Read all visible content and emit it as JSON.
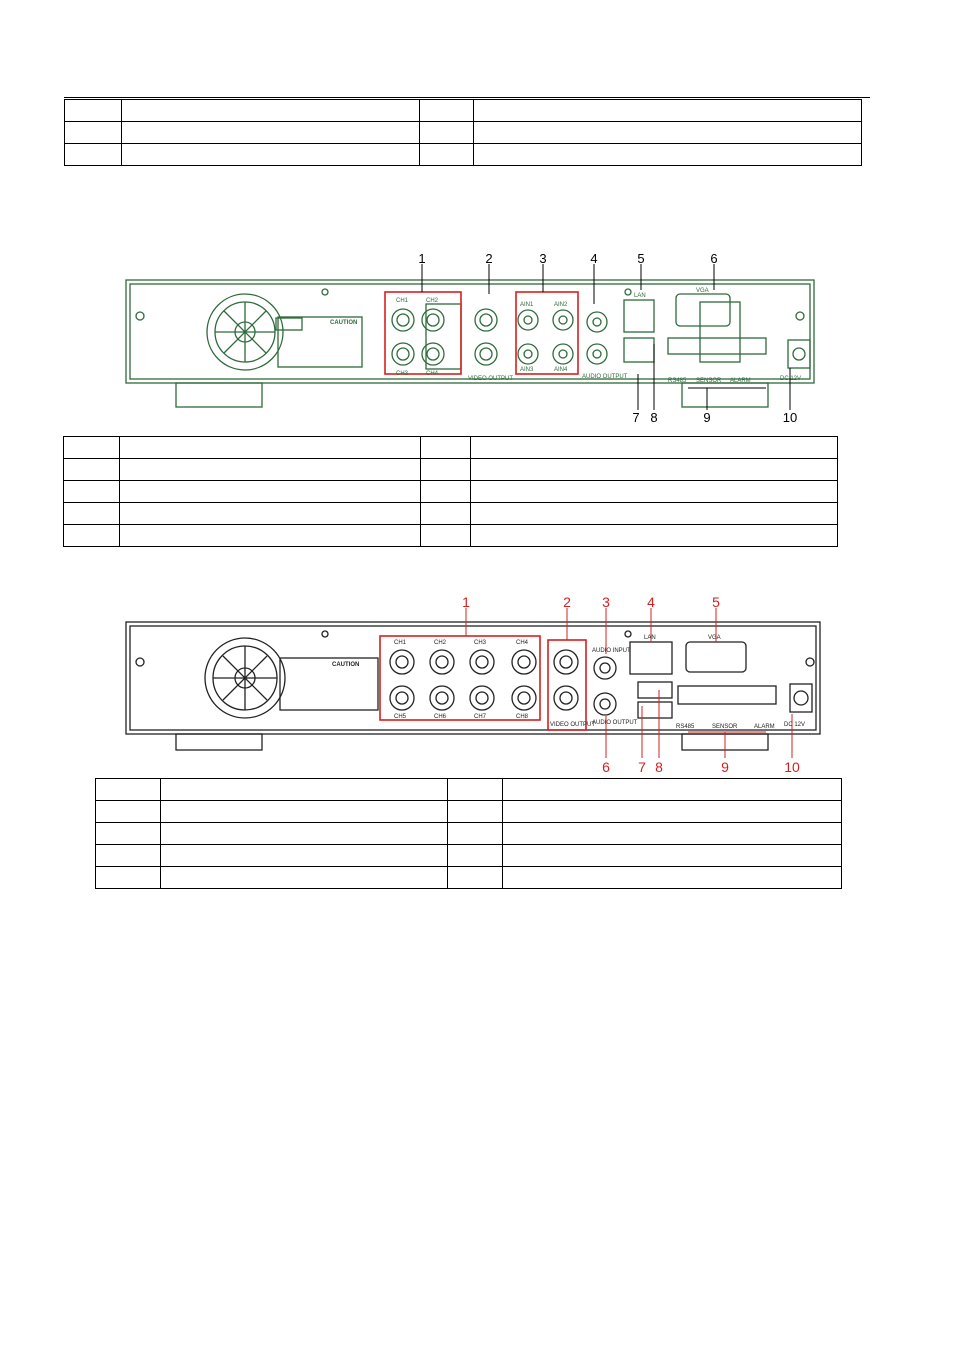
{
  "figure1": {
    "callouts": [
      "1",
      "2",
      "3",
      "4",
      "5",
      "6",
      "7",
      "8",
      "9",
      "10"
    ],
    "port_labels": {
      "ch1": "CH1",
      "ch2": "CH2",
      "ch3": "CH3",
      "ch4": "CH4",
      "video_output": "VIDEO OUTPUT",
      "ain1": "AIN1",
      "ain2": "AIN2",
      "ain3": "AIN3",
      "ain4": "AIN4",
      "audio_output": "AUDIO OUTPUT",
      "lan": "LAN",
      "vga": "VGA",
      "rs485": "RS485",
      "sensor": "SENSOR",
      "alarm": "ALARM",
      "dc12v": "DC 12V",
      "caution": "CAUTION"
    }
  },
  "figure2": {
    "callouts": [
      "1",
      "2",
      "3",
      "4",
      "5",
      "6",
      "7",
      "8",
      "9",
      "10"
    ],
    "port_labels": {
      "ch1": "CH1",
      "ch2": "CH2",
      "ch3": "CH3",
      "ch4": "CH4",
      "ch5": "CH5",
      "ch6": "CH6",
      "ch7": "CH7",
      "ch8": "CH8",
      "video_output": "VIDEO OUTPUT",
      "audio_input": "AUDIO INPUT",
      "audio_output": "AUDIO OUTPUT",
      "lan": "LAN",
      "vga": "VGA",
      "rs485": "RS485",
      "sensor": "SENSOR",
      "alarm": "ALARM",
      "dc12v": "DC 12V",
      "caution": "CAUTION"
    }
  },
  "tables": {
    "table1_rows": 3,
    "table2_rows": 5,
    "table3_rows": 5
  },
  "colors": {
    "panel": "#2e6b3a",
    "highlight": "#d62020",
    "line": "#000000"
  }
}
